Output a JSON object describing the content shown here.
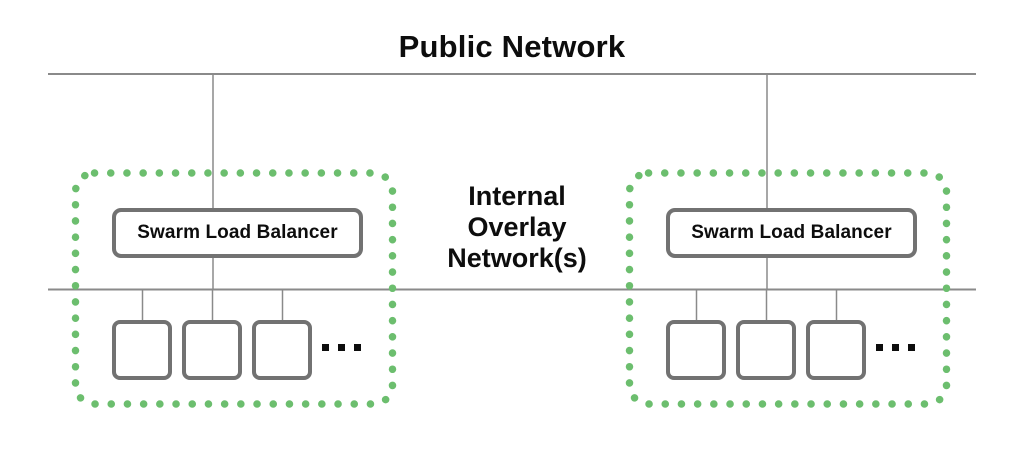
{
  "diagram": {
    "title": "Public Network",
    "middle_label": {
      "lines": [
        "Internal",
        "Overlay",
        "Network(s)"
      ]
    },
    "clusters": [
      {
        "side": "left",
        "load_balancer_label": "Swarm Load Balancer",
        "visible_task_nodes": 3,
        "ellipsis": "..."
      },
      {
        "side": "right",
        "load_balancer_label": "Swarm Load Balancer",
        "visible_task_nodes": 3,
        "ellipsis": "..."
      }
    ],
    "colors": {
      "accent_green": "#6cbe6e",
      "border_gray": "#727272",
      "line_gray": "#8a8a8a",
      "text_black": "#0d0d0d"
    }
  }
}
